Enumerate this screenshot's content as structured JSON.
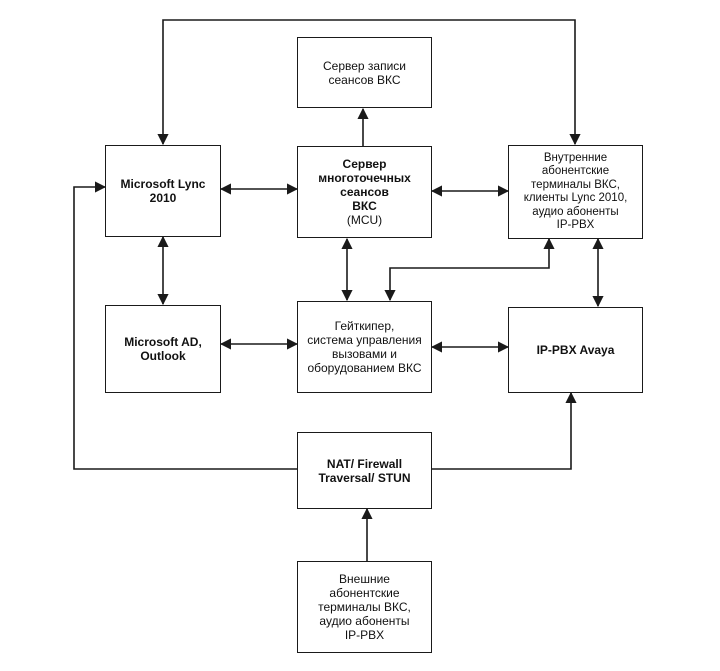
{
  "nodes": {
    "recording_server": "Сервер записи\nсеансов ВКС",
    "lync": "Microsoft Lync\n2010",
    "mcu_title": "Сервер\nмноготочечных\nсеансов\nВКС",
    "mcu_sub": "(MCU)",
    "internal_terminals": "Внутренние\nабонентские\nтерминалы ВКС,\nклиенты Lync  2010,\nаудио абоненты\nIP-PBX",
    "ad_outlook": "Microsoft AD,\nOutlook",
    "gatekeeper": "Гейткипер,\nсистема управления\nвызовами и\nоборудованием ВКС",
    "ip_pbx": "IP-PBX Avaya",
    "nat": "NAT/ Firewall\nTraversal/ STUN",
    "external_terminals": "Внешние\nабонентские\nтерминалы ВКС,\nаудио абоненты\nIP-PBX"
  },
  "style": {
    "line_color": "#1a1a1a"
  }
}
